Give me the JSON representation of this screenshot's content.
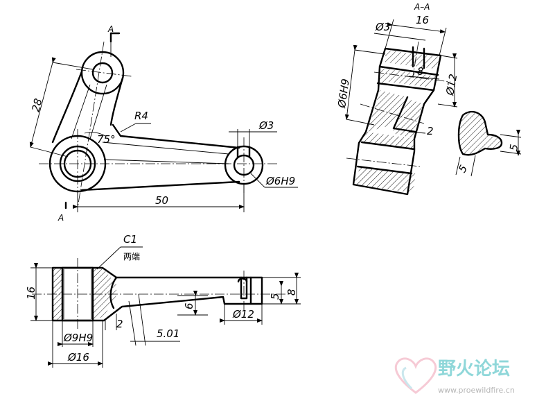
{
  "labels": {
    "section_marker_top": "A",
    "section_marker_bottom": "A",
    "section_title": "A–A",
    "dim_28": "28",
    "dim_r4": "R4",
    "dim_75": "75°",
    "dim_phi3_top": "Ø3",
    "dim_50": "50",
    "dim_phi6h9_top": "Ø6H9",
    "dim_16_section": "16",
    "dim_phi3_section": "Ø3",
    "dim_8_section": "8",
    "dim_phi12_section": "Ø12",
    "dim_phi6h9_section": "Ø6H9",
    "dim_2_section": "2",
    "dim_5_rib_a": "5",
    "dim_5_rib_b": "5",
    "dim_c1": "C1",
    "note_both_ends": "两端",
    "dim_16_side": "16",
    "dim_5_side": "5",
    "dim_8_side": "8",
    "dim_phi12_side": "Ø12",
    "dim_2_side": "2",
    "dim_6_side": "6",
    "dim_501": "5.01",
    "dim_phi9h9": "Ø9H9",
    "dim_phi16_side": "Ø16"
  },
  "watermark": {
    "name_cn": "野火论坛",
    "url": "www.proewildfire.cn"
  },
  "colors": {
    "line": "#000000",
    "watermark_text": "#8fd7d9",
    "watermark_url": "#b6b6b6"
  }
}
